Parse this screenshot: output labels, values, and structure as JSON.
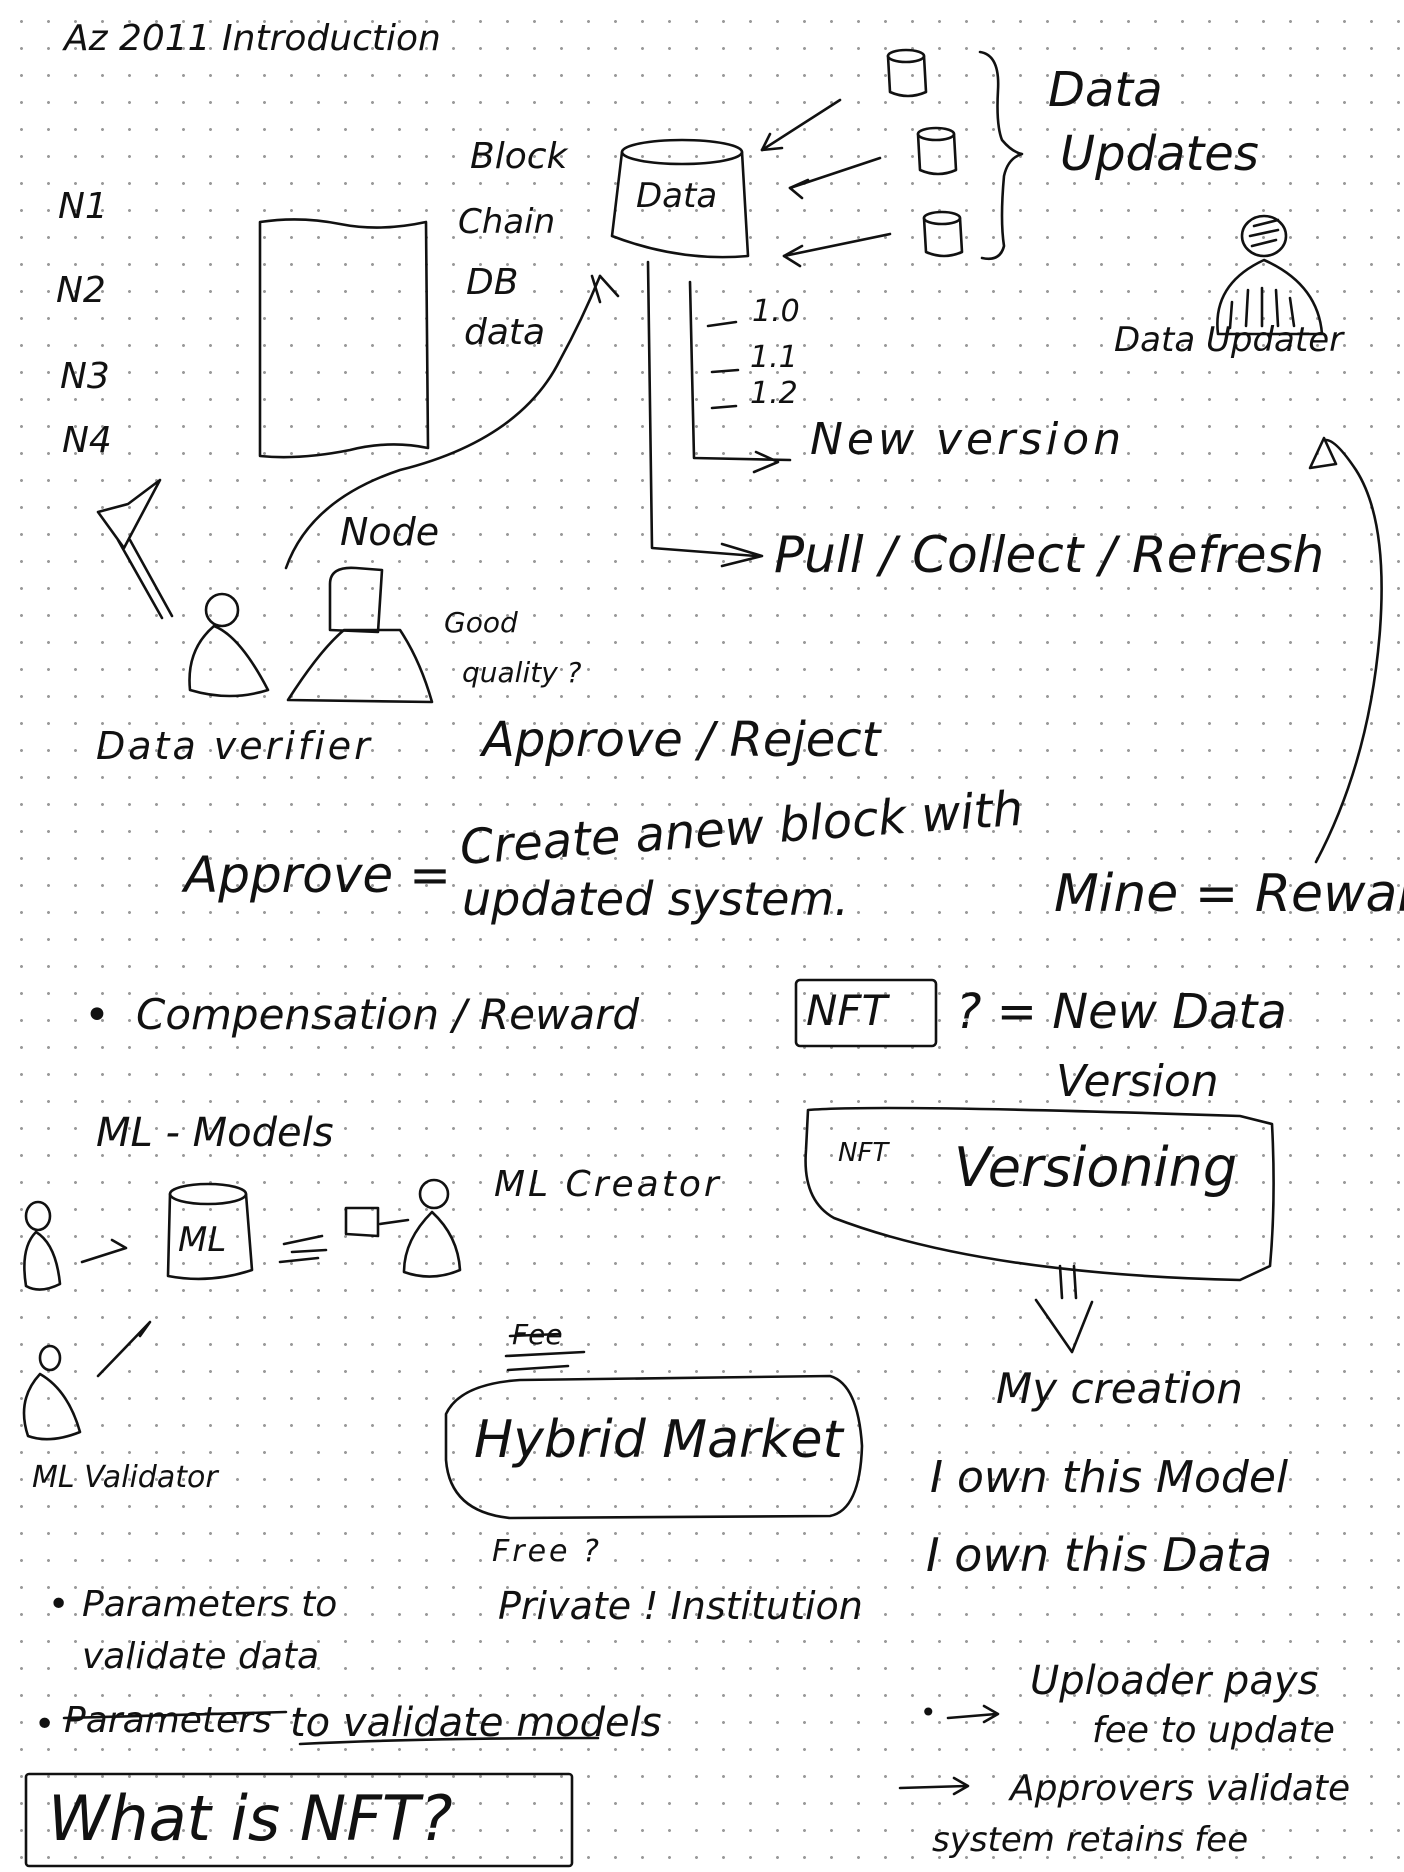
{
  "page": {
    "background_color": "#ffffff",
    "ink_color": "#111111"
  },
  "notes": {
    "title": "Az 2011 Introduction",
    "node_labels": [
      "N1",
      "N2",
      "N3",
      "N4"
    ],
    "blockchain_label": [
      "Block",
      "Chain",
      "DB",
      "data"
    ],
    "data_cylinder_label": "Data",
    "data_updates_label": [
      "Data",
      "Updates"
    ],
    "versions": [
      "1.0",
      "1.1",
      "1.2"
    ],
    "new_version_label": "New version",
    "data_updater_label": "Data Updater",
    "pull_label": "Pull / Collect / Refresh",
    "node_label": "Node",
    "quality_label": [
      "Good",
      "quality ?"
    ],
    "verifier_label": "Data verifier",
    "approve_reject": "Approve / Reject",
    "approve_prefix": "Approve =",
    "approve_text_1": "Create anew block with",
    "approve_text_2": "updated system.",
    "mine_reward": "Mine = Reward",
    "compensation": "Compensation / Reward",
    "nft_box_label": "NFT",
    "nft_question": "? = New Data",
    "nft_version": "Version",
    "ml_models_title": "ML - Models",
    "ml_cylinder_label": "ML",
    "ml_creator_label": "ML Creator",
    "nft_versioning_small": "NFT",
    "nft_versioning": "Versioning",
    "my_creation": "My creation",
    "own_model": "I own this Model",
    "own_data": "I own this Data",
    "ml_validator": "ML Validator",
    "fee_label": "Fee",
    "hybrid_market": "Hybrid Market",
    "free_label": "Free ?",
    "private_institution": "Private ! Institution",
    "params_data_1": "Parameters to",
    "params_data_2": "validate data",
    "params_models_struck": "Parameters",
    "params_models_rest": "to validate models",
    "uploader_1": "Uploader pays",
    "uploader_2": "fee to update",
    "approvers_1": "Approvers validate",
    "approvers_2": "system retains fee",
    "what_is_nft": "What is NFT?"
  }
}
